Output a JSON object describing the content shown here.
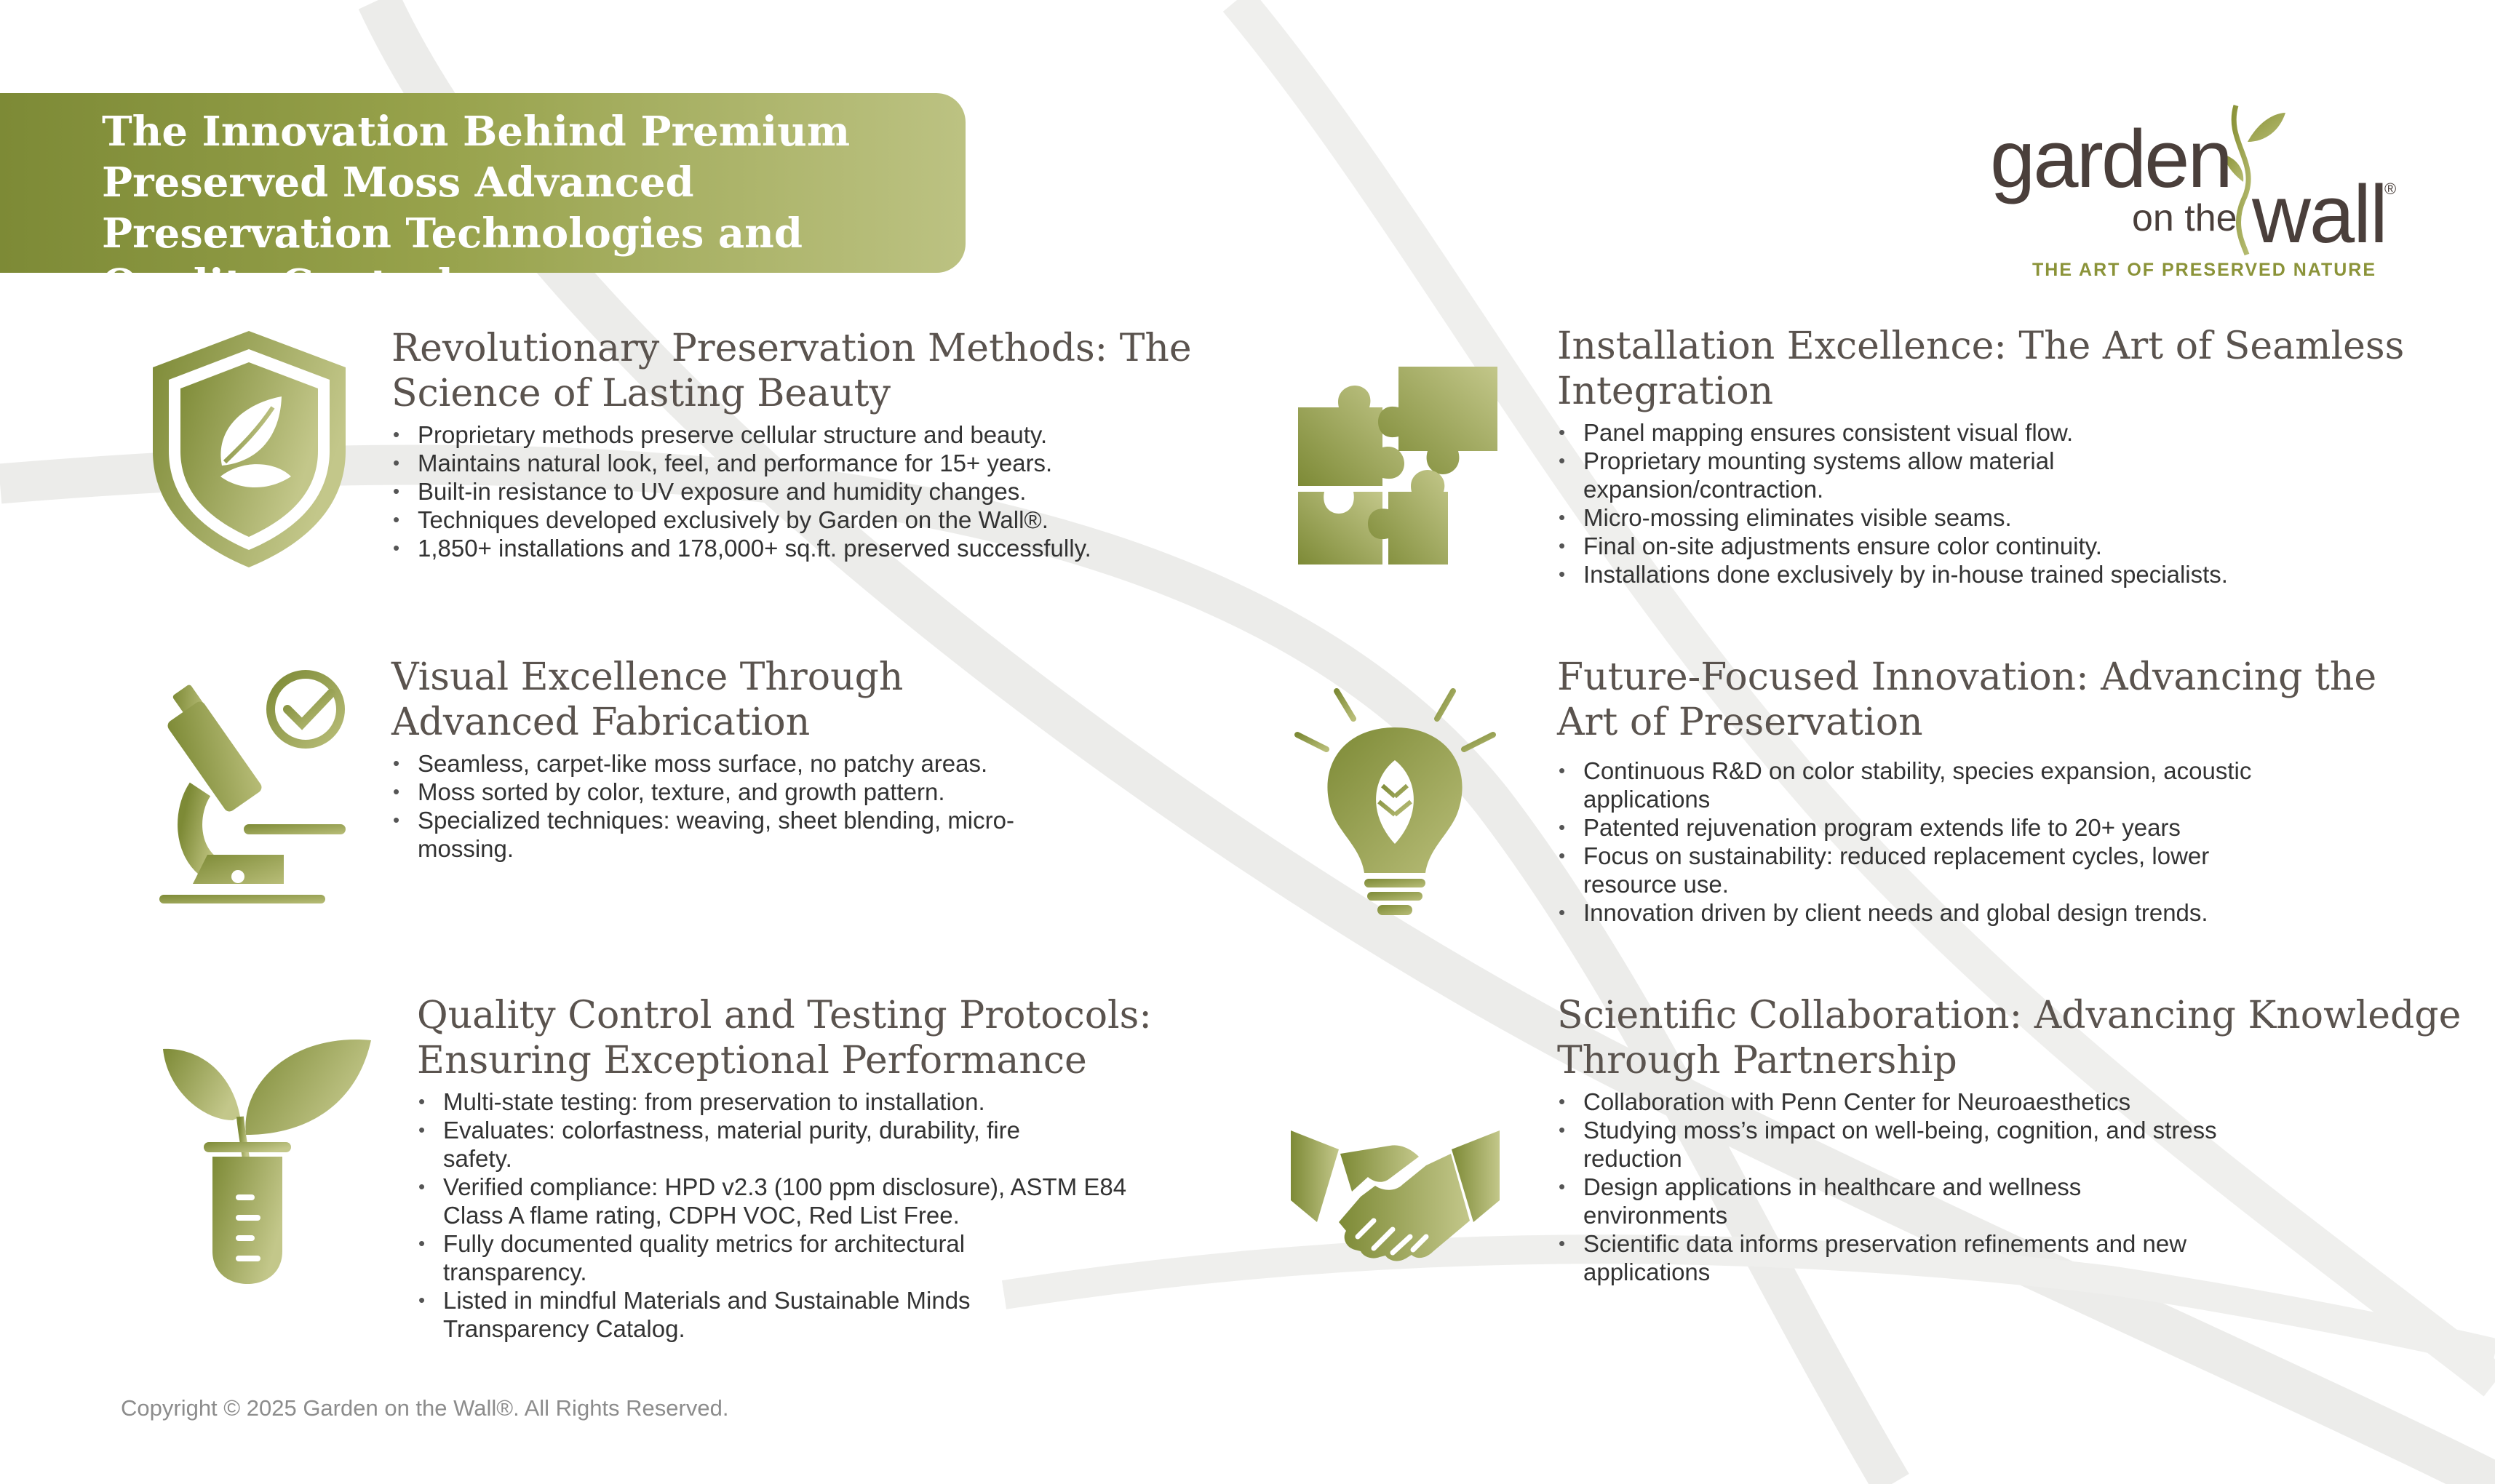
{
  "header": {
    "title": "The Innovation Behind Premium Preserved Moss Advanced Preservation Technologies and Quality Control"
  },
  "logo": {
    "word_garden": "garden",
    "word_onthe": "on the",
    "word_wall": "wall",
    "reg_mark": "®",
    "tagline": "THE ART OF PRESERVED NATURE"
  },
  "sections": [
    {
      "title": "Revolutionary Preservation Methods: The Science of Lasting Beauty",
      "icon": "shield-leaf-icon",
      "bullets": [
        "Proprietary methods preserve cellular structure and beauty.",
        "Maintains natural look, feel, and performance for 15+ years.",
        "Built-in resistance to UV exposure and humidity changes.",
        "Techniques developed exclusively by Garden on the Wall®.",
        "1,850+ installations and 178,000+ sq.ft. preserved successfully."
      ]
    },
    {
      "title": "Installation Excellence: The Art of Seamless Integration",
      "icon": "puzzle-icon",
      "bullets": [
        "Panel mapping ensures consistent visual flow.",
        "Proprietary mounting systems allow material expansion/contraction.",
        "Micro-mossing eliminates visible seams.",
        "Final on-site adjustments ensure color continuity.",
        "Installations done exclusively by in-house trained specialists."
      ]
    },
    {
      "title": "Visual Excellence Through Advanced Fabrication",
      "icon": "microscope-check-icon",
      "bullets": [
        "Seamless, carpet-like moss surface, no patchy areas.",
        "Moss sorted by color, texture, and growth pattern.",
        "Specialized techniques: weaving, sheet blending, micro-mossing."
      ]
    },
    {
      "title": "Future-Focused Innovation: Advancing the Art of Preservation",
      "icon": "lightbulb-leaf-icon",
      "bullets": [
        "Continuous R&D on color stability, species expansion, acoustic applications",
        "Patented rejuvenation program extends life to 20+ years",
        "Focus on sustainability: reduced replacement cycles, lower resource use.",
        "Innovation driven by client needs and global design trends."
      ]
    },
    {
      "title": "Quality Control and Testing Protocols: Ensuring Exceptional Performance",
      "icon": "test-tube-plant-icon",
      "bullets": [
        "Multi-state testing: from preservation to installation.",
        "Evaluates: colorfastness, material purity, durability, fire safety.",
        "Verified compliance: HPD v2.3 (100 ppm disclosure), ASTM E84 Class A flame rating, CDPH VOC, Red List Free.",
        "Fully documented quality metrics for architectural transparency.",
        "Listed in mindful Materials and Sustainable Minds Transparency Catalog."
      ]
    },
    {
      "title": "Scientific Collaboration: Advancing Knowledge Through Partnership",
      "icon": "handshake-icon",
      "bullets": [
        "Collaboration with Penn Center for Neuroaesthetics",
        "Studying moss’s impact on well-being, cognition, and stress reduction",
        "Design applications in healthcare and wellness environments",
        "Scientific data informs preservation refinements and new applications"
      ]
    }
  ],
  "footer": {
    "copyright": "Copyright © 2025 Garden on the Wall®. All Rights Reserved."
  },
  "colors": {
    "olive_dark": "#7d8a36",
    "olive_light": "#bcc282",
    "text_heading": "#5a534e",
    "swoosh": "#ececea"
  }
}
